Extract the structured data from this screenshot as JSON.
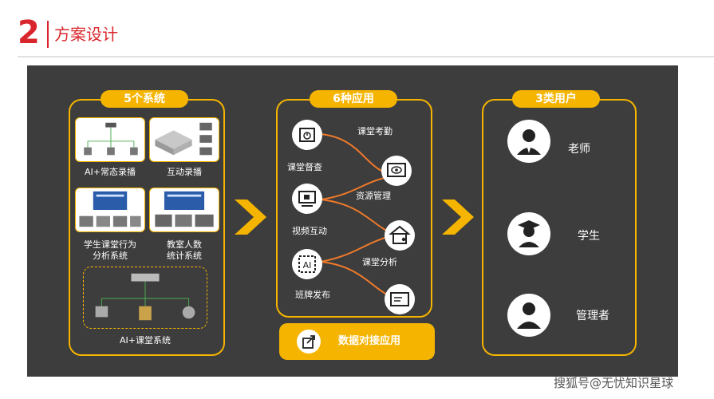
{
  "header": {
    "number": "2",
    "title": "方案设计"
  },
  "systems": {
    "title": "5个系统",
    "items": [
      {
        "label": "AI+常态录播"
      },
      {
        "label": "互动录播"
      },
      {
        "label_line1": "学生课堂行为",
        "label_line2": "分析系统"
      },
      {
        "label_line1": "教室人数",
        "label_line2": "统计系统"
      },
      {
        "label": "AI+课堂系统"
      }
    ]
  },
  "apps": {
    "title": "6种应用",
    "items": [
      {
        "label": "课堂考勤",
        "icon": "calendar-clock-icon"
      },
      {
        "label": "课堂督查",
        "icon": "eye-gear-icon"
      },
      {
        "label": "资源管理",
        "icon": "video-camera-icon"
      },
      {
        "label": "视频互动",
        "icon": "home-users-icon"
      },
      {
        "label": "课堂分析",
        "icon": "ai-analysis-icon"
      },
      {
        "label": "班牌发布",
        "icon": "signboard-icon"
      }
    ],
    "bottom_button": "数据对接应用"
  },
  "users": {
    "title": "3类用户",
    "items": [
      {
        "label": "老师",
        "icon": "teacher-icon"
      },
      {
        "label": "学生",
        "icon": "student-icon"
      },
      {
        "label": "管理者",
        "icon": "manager-icon"
      }
    ]
  },
  "watermark": "搜狐号@无忧知识星球",
  "colors": {
    "accent": "#f5b400",
    "red": "#d9262c",
    "panel": "#3d3d3d"
  }
}
